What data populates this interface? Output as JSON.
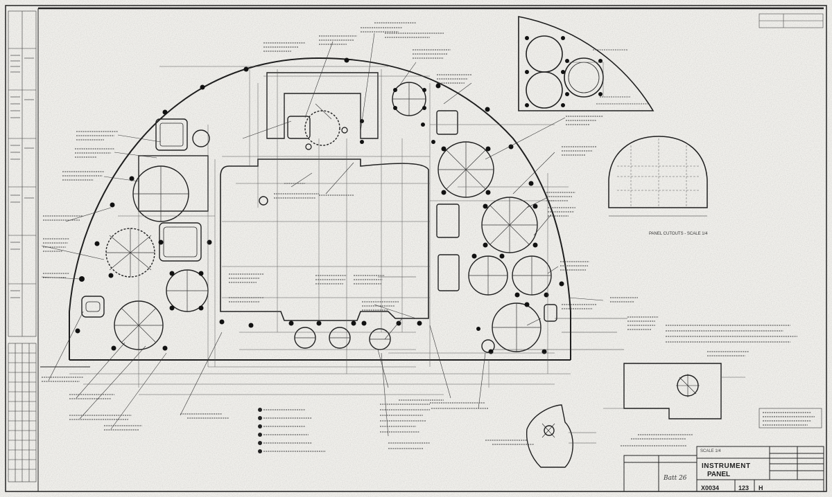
{
  "drawing": {
    "title_line1": "INSTRUMENT",
    "title_line2": "PANEL",
    "number": "X0034",
    "sheet": "123",
    "rev": "H",
    "inset_label": "PANEL CUTOUTS - SCALE 1/4",
    "scale_label": "SCALE 1/4",
    "handwritten_initials": "Batt 26"
  },
  "style": {
    "paper": "#f1f0ec",
    "ink": "#2a2a2a",
    "faint_ink": "#6b6b6b"
  }
}
